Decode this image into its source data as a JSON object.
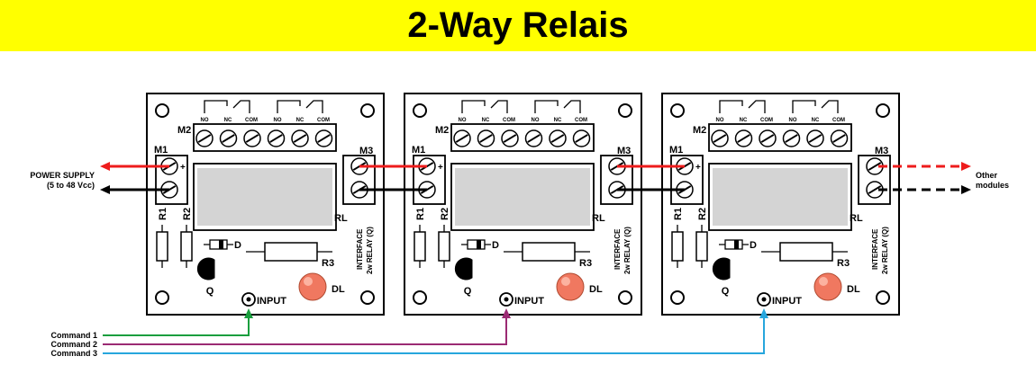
{
  "title": "2-Way Relais",
  "colors": {
    "banner": "#ffff00",
    "positive_wire": "#ee1c1c",
    "negative_wire": "#000000",
    "command_1": "#1a9e3e",
    "command_2": "#9b2a73",
    "command_3": "#27a6dd",
    "led": "#f07860"
  },
  "power_supply": {
    "line1": "POWER SUPPLY",
    "line2": "(5 to 48 Vcc)"
  },
  "other_modules": {
    "line1": "Other",
    "line2": "modules"
  },
  "board": {
    "m1": "M1",
    "m2": "M2",
    "m3": "M3",
    "plus": "+",
    "relay": "RL",
    "r1": "R1",
    "r2": "R2",
    "r3": "R3",
    "diode": "D",
    "transistor": "Q",
    "led": "DL",
    "input": "INPUT",
    "interface_line1": "INTERFACE",
    "interface_line2": "2w RELAY (Q)",
    "pin_labels": [
      "NO",
      "NC",
      "COM",
      "NO",
      "NC",
      "COM"
    ]
  },
  "commands": [
    "Command 1",
    "Command 2",
    "Command 3"
  ]
}
